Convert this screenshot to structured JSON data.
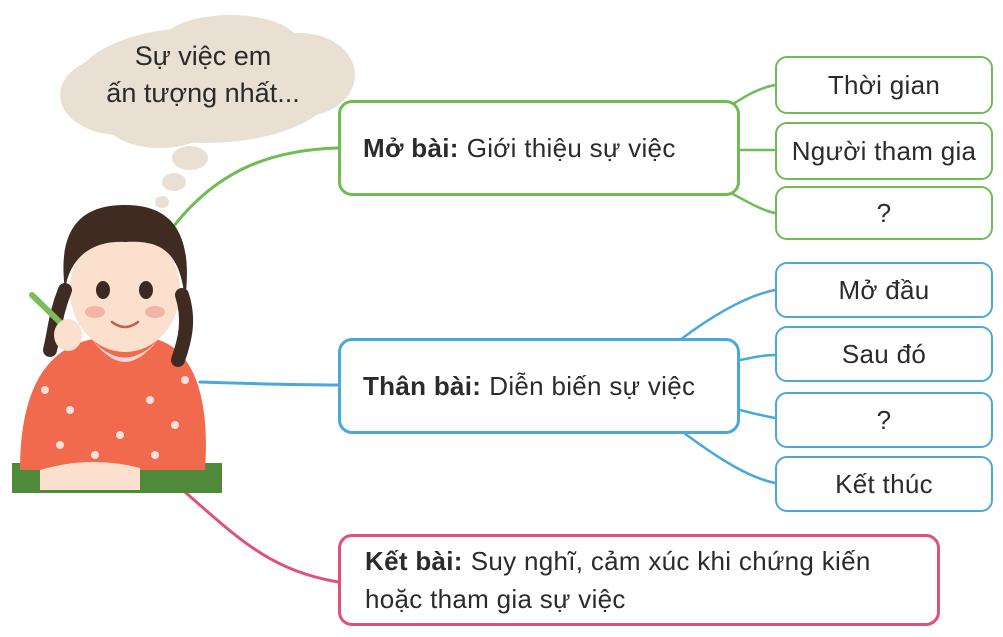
{
  "thought_bubble": {
    "text_line1": "Sự việc em",
    "text_line2": "ấn tượng nhất..."
  },
  "mo_bai": {
    "label": "Mở bài:",
    "text": "Giới thiệu sự việc",
    "children": [
      "Thời gian",
      "Người tham gia",
      "?"
    ]
  },
  "than_bai": {
    "label": "Thân bài:",
    "text": "Diễn biến sự việc",
    "children": [
      "Mở đầu",
      "Sau đó",
      "?",
      "Kết thúc"
    ]
  },
  "ket_bai": {
    "label": "Kết bài:",
    "text_line1": "Suy nghĩ, cảm xúc khi chứng kiến",
    "text_line2": "hoặc tham gia sự việc"
  },
  "colors": {
    "green": "#6fbb55",
    "blue": "#4aa8da",
    "pink": "#e0517a"
  }
}
